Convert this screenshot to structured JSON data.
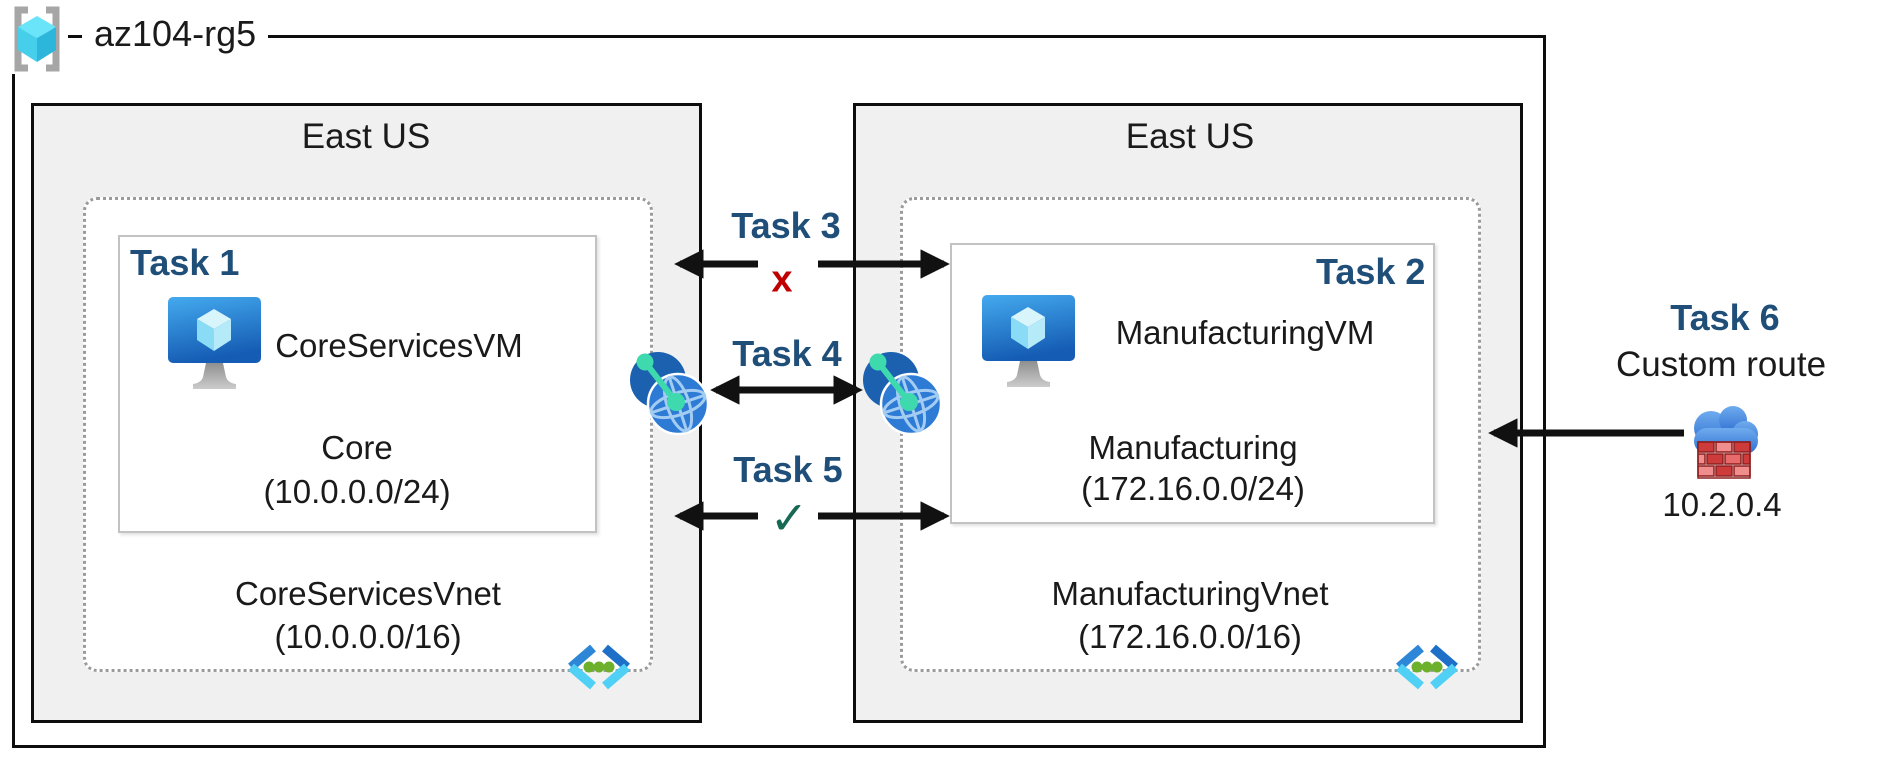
{
  "resource_group": {
    "name": "az104-rg5"
  },
  "left_region": {
    "title": "East US",
    "subnet": {
      "task_label": "Task 1",
      "vm_name": "CoreServicesVM",
      "subnet_name": "Core",
      "subnet_cidr": "(10.0.0.0/24)"
    },
    "vnet_name": "CoreServicesVnet",
    "vnet_cidr": "(10.0.0.0/16)"
  },
  "right_region": {
    "title": "East US",
    "subnet": {
      "task_label": "Task 2",
      "vm_name": "ManufacturingVM",
      "subnet_name": "Manufacturing",
      "subnet_cidr": "(172.16.0.0/24)"
    },
    "vnet_name": "ManufacturingVnet",
    "vnet_cidr": "(172.16.0.0/16)"
  },
  "connections": {
    "task3": {
      "label": "Task 3",
      "status_mark": "x"
    },
    "task4": {
      "label": "Task 4"
    },
    "task5": {
      "label": "Task 5",
      "status_mark": "✓"
    },
    "task6": {
      "label": "Task 6",
      "description": "Custom route",
      "ip": "10.2.0.4"
    }
  },
  "colors": {
    "task_label": "#1F4E79",
    "blocked": "#C00000",
    "allowed": "#166954"
  }
}
